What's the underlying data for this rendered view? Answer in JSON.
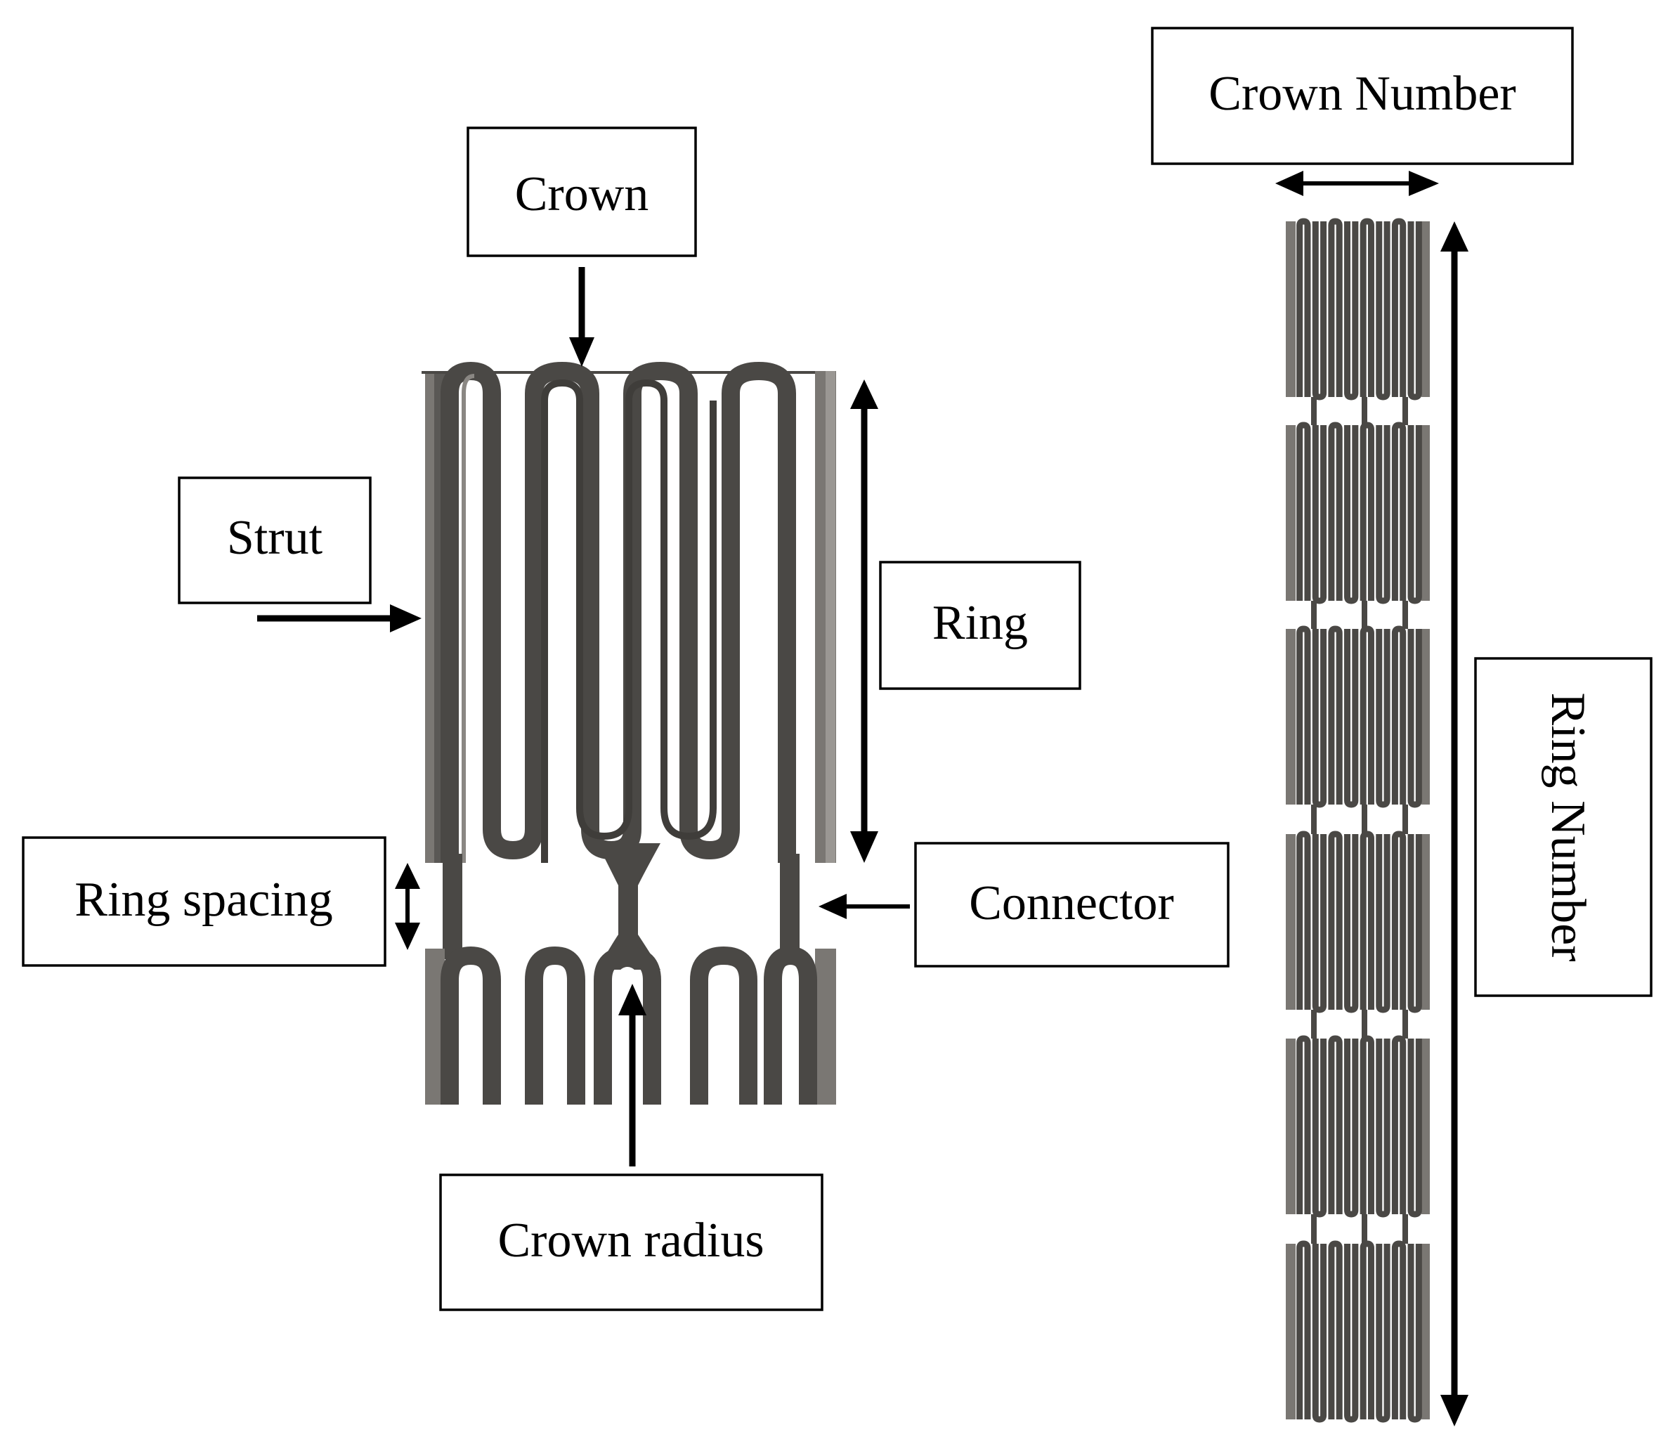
{
  "labels": {
    "crown": "Crown",
    "strut": "Strut",
    "ring": "Ring",
    "ring_spacing": "Ring spacing",
    "connector": "Connector",
    "crown_radius": "Crown radius",
    "crown_number": "Crown Number",
    "ring_number": "Ring Number"
  },
  "colors": {
    "stent_dark": "#4a4845",
    "stent_light": "#7a7773",
    "stent_highlight": "#9a9793",
    "ink": "#000000",
    "background": "#ffffff"
  }
}
